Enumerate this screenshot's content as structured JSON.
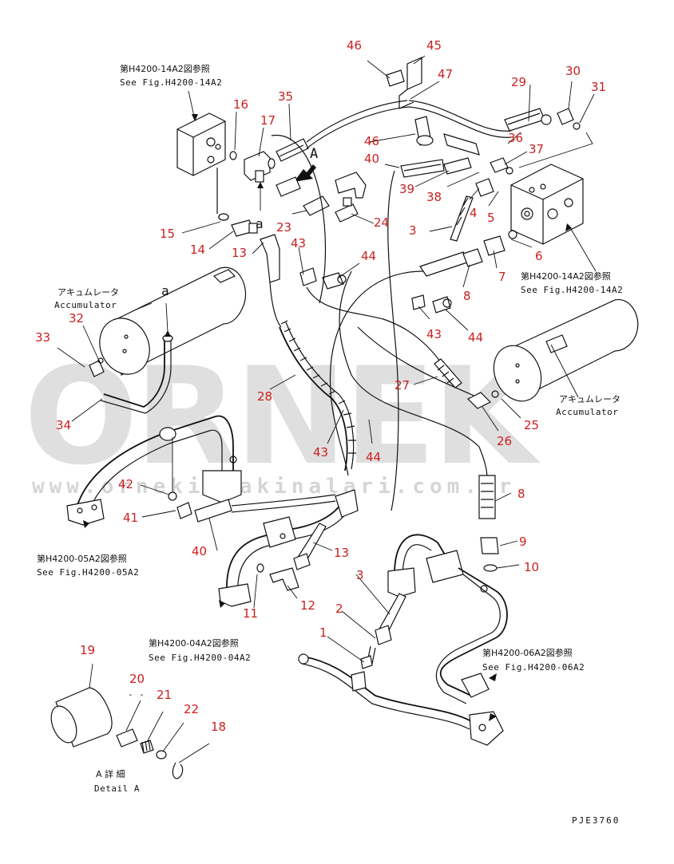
{
  "callouts": {
    "c1": "1",
    "c2": "2",
    "c3a": "3",
    "c3b": "3",
    "c4": "4",
    "c5": "5",
    "c6": "6",
    "c7": "7",
    "c8a": "8",
    "c8b": "8",
    "c9": "9",
    "c10": "10",
    "c11": "11",
    "c12": "12",
    "c13a": "13",
    "c13b": "13",
    "c14": "14",
    "c15": "15",
    "c16": "16",
    "c17": "17",
    "c18": "18",
    "c19": "19",
    "c20": "20",
    "c21": "21",
    "c22": "22",
    "c23": "23",
    "c24": "24",
    "c25": "25",
    "c26": "26",
    "c27": "27",
    "c28": "28",
    "c29": "29",
    "c30": "30",
    "c31": "31",
    "c32": "32",
    "c33": "33",
    "c34": "34",
    "c35": "35",
    "c36": "36",
    "c37": "37",
    "c38": "38",
    "c39": "39",
    "c40a": "40",
    "c40b": "40",
    "c41": "41",
    "c42": "42",
    "c43a": "43",
    "c43b": "43",
    "c43c": "43",
    "c44a": "44",
    "c44b": "44",
    "c44c": "44",
    "c45": "45",
    "c46a": "46",
    "c46b": "46",
    "c47": "47"
  },
  "markers": {
    "view_a": "A",
    "conn_a1": "a",
    "conn_a2": "a"
  },
  "references": {
    "ref_14a2_top_jp": "第H4200-14A2図参照",
    "ref_14a2_top_en": "See Fig.H4200-14A2",
    "ref_14a2_right_jp": "第H4200-14A2図参照",
    "ref_14a2_right_en": "See Fig.H4200-14A2",
    "ref_05a2_jp": "第H4200-05A2図参照",
    "ref_05a2_en": "See Fig.H4200-05A2",
    "ref_04a2_jp": "第H4200-04A2図参照",
    "ref_04a2_en": "See Fig.H4200-04A2",
    "ref_06a2_jp": "第H4200-06A2図参照",
    "ref_06a2_en": "See Fig.H4200-06A2"
  },
  "labels": {
    "accumulator_left_jp": "アキュムレータ",
    "accumulator_left_en": "Accumulator",
    "accumulator_right_jp": "アキュムレータ",
    "accumulator_right_en": "Accumulator",
    "detail_jp": "A 詳 細",
    "detail_en": "Detail A",
    "detail_dash": "- -"
  },
  "drawing_code": "PJE3760",
  "watermark": {
    "brand": "ORNEK",
    "url": "www.ornekismakinalari.com.tr"
  },
  "colors": {
    "callout": "#cc1f1f",
    "line": "#111111"
  }
}
